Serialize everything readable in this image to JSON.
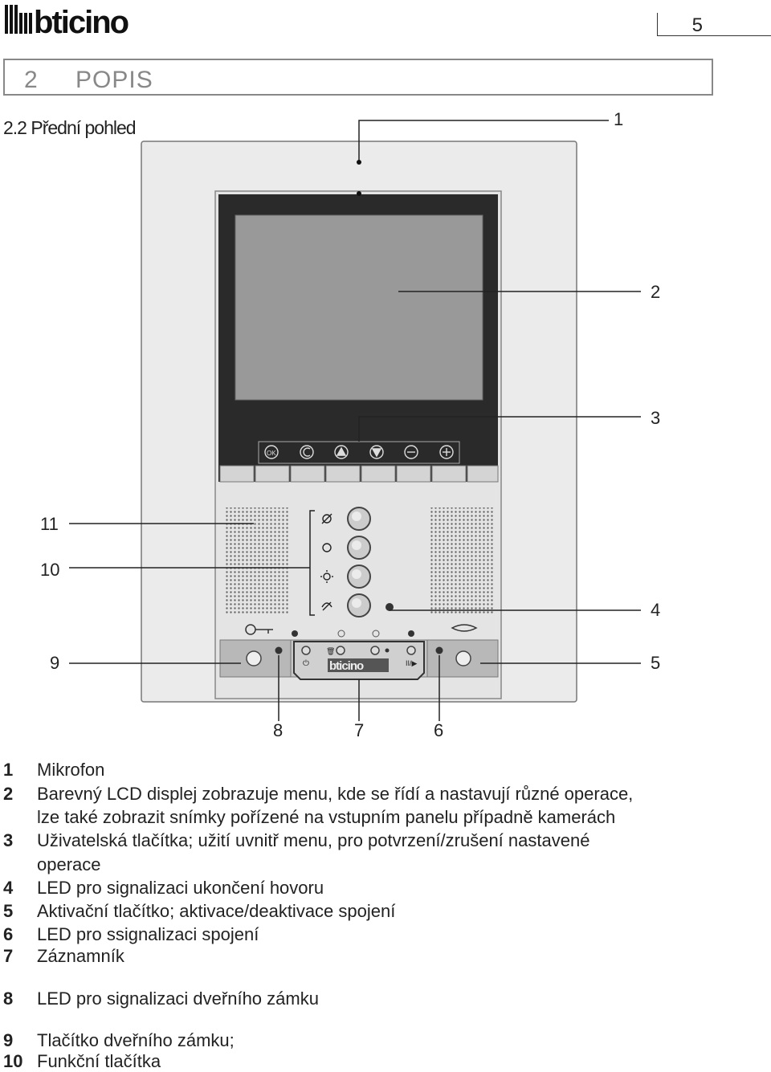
{
  "header": {
    "brand": "bticino",
    "page_number": "5"
  },
  "section": {
    "number": "2",
    "title": "POPIS"
  },
  "subsection": "2.2 Přední pohled",
  "callouts": [
    "1",
    "2",
    "3",
    "4",
    "5",
    "6",
    "7",
    "8",
    "9",
    "10",
    "11"
  ],
  "device": {
    "user_button_icons": [
      "ok-icon",
      "c-icon",
      "up-triangle-icon",
      "down-triangle-icon",
      "minus-icon",
      "plus-icon"
    ],
    "function_icons": [
      "phone-off-icon",
      "circle-icon",
      "sun-icon",
      "phone-icon"
    ],
    "bottom_logo": "bticino"
  },
  "legend": [
    {
      "num": "1",
      "text": "Mikrofon"
    },
    {
      "num": "2",
      "text": "Barevný LCD displej  zobrazuje menu, kde se řídí a nastavují různé operace,"
    },
    {
      "num": "",
      "text": "lze také zobrazit snímky pořízené na vstupním panelu případně kamerách"
    },
    {
      "num": "3",
      "text": "Uživatelská tlačítka; užití uvnitř menu, pro potvrzení/zrušení nastavené"
    },
    {
      "num": "",
      "text": "operace"
    },
    {
      "num": "4",
      "text": "LED pro signalizaci ukončení hovoru"
    },
    {
      "num": "5",
      "text": "Aktivační tlačítko; aktivace/deaktivace spojení"
    },
    {
      "num": "6",
      "text": "LED pro ssignalizaci spojení"
    },
    {
      "num": "7",
      "text": "Záznamník"
    },
    {
      "num": "8",
      "text": "LED pro signalizaci dveřního zámku"
    },
    {
      "num": "9",
      "text": "Tlačítko dveřního zámku;"
    },
    {
      "num": "10",
      "text": "Funkční tlačítka"
    }
  ]
}
